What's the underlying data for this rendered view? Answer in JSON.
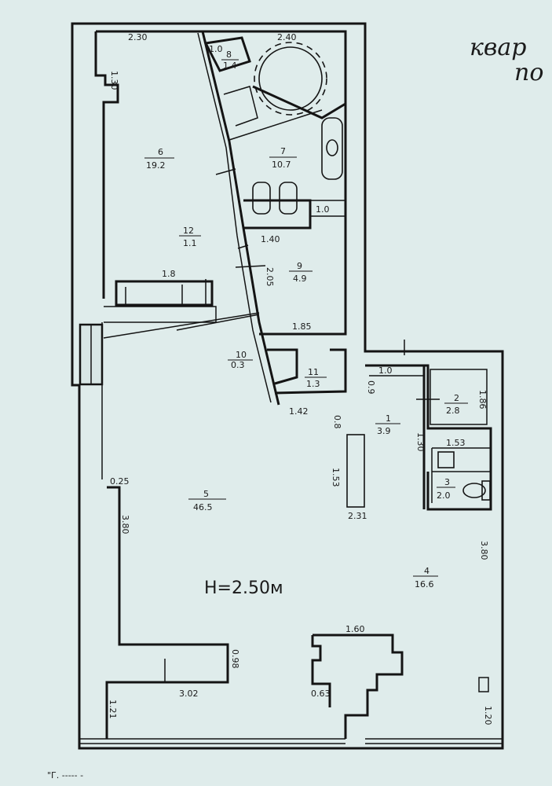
{
  "title_handwritten": [
    "квар",
    "по"
  ],
  "height_note": "H=2.50м",
  "footer_text": "\"Г. ----- -",
  "rooms": [
    {
      "no": "1",
      "area": "3.9"
    },
    {
      "no": "2",
      "area": "2.8"
    },
    {
      "no": "3",
      "area": "2.0"
    },
    {
      "no": "4",
      "area": "16.6"
    },
    {
      "no": "5",
      "area": "46.5"
    },
    {
      "no": "6",
      "area": "19.2"
    },
    {
      "no": "7",
      "area": "10.7"
    },
    {
      "no": "8",
      "area": "1.4"
    },
    {
      "no": "9",
      "area": "4.9"
    },
    {
      "no": "10",
      "area": "0.3"
    },
    {
      "no": "11",
      "area": "1.3"
    },
    {
      "no": "12",
      "area": "1.1"
    }
  ],
  "dimensions": {
    "d_2_30": "2.30",
    "d_2_40": "2.40",
    "d_1_30": "1.30",
    "d_1_0a": "1.0",
    "d_1_0b": "1.0",
    "d_1_0c": "1.0",
    "d_1_40": "1.40",
    "d_2_05": "2.05",
    "d_1_85": "1.85",
    "d_1_8": "1.8",
    "d_0_9": "0.9",
    "d_1_86": "1.86",
    "d_1_42": "1.42",
    "d_0_8": "0.8",
    "d_1_30b": "1.30",
    "d_1_53a": "1.53",
    "d_1_53b": "1.53",
    "d_2_31": "2.31",
    "d_0_25": "0.25",
    "d_3_80a": "3.80",
    "d_3_80b": "3.80",
    "d_1_60": "1.60",
    "d_0_98": "0.98",
    "d_3_02": "3.02",
    "d_0_63": "0.63",
    "d_1_21": "1.21",
    "d_1_20": "1.20"
  }
}
